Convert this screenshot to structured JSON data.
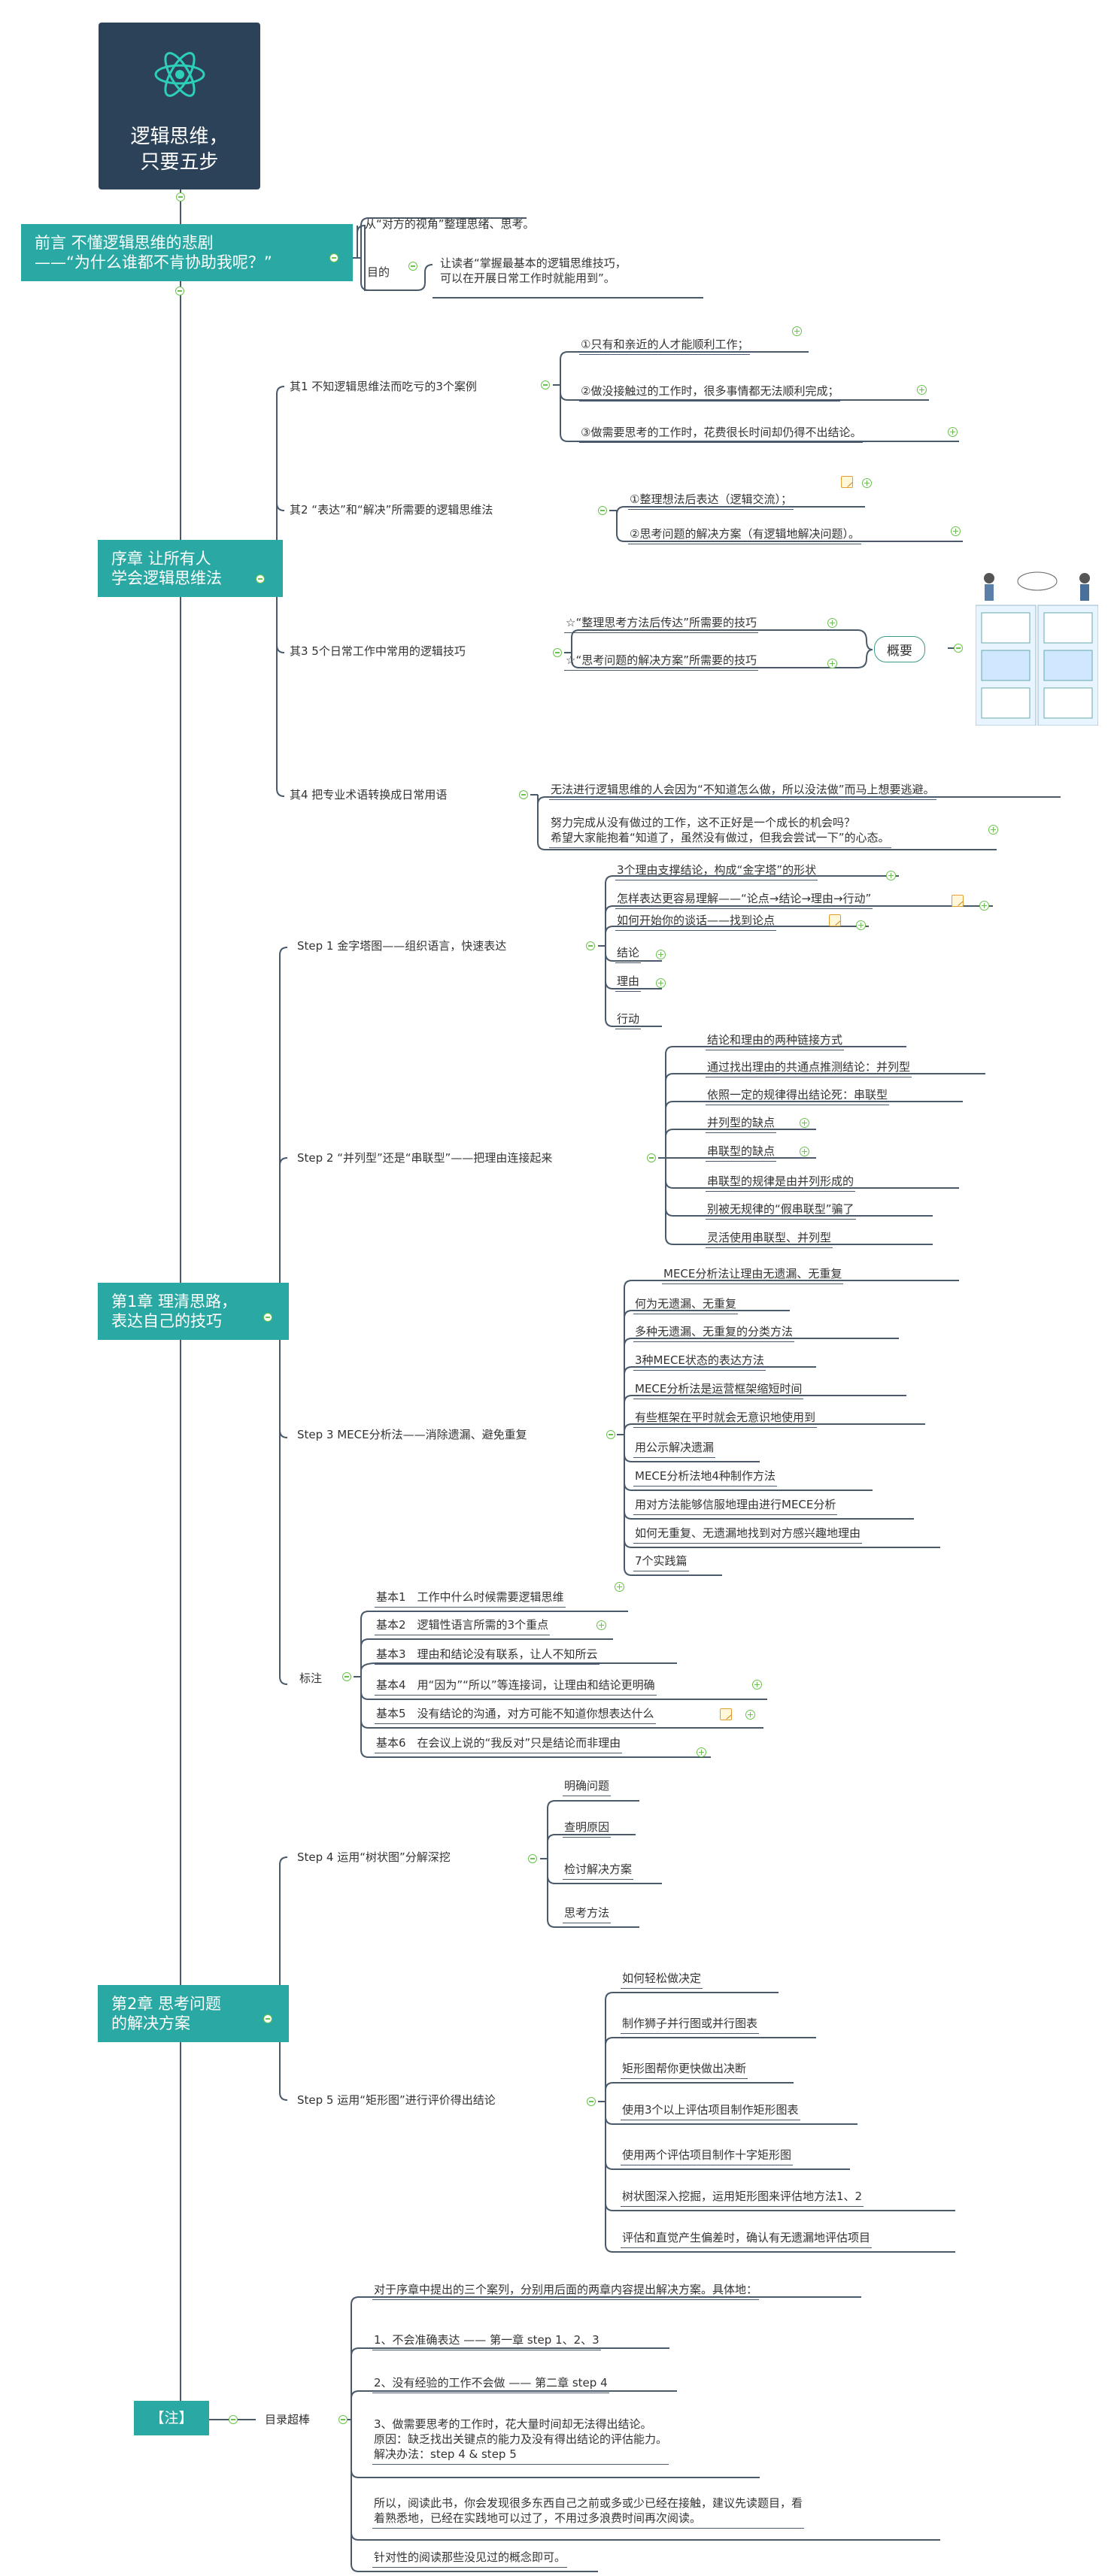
{
  "root": {
    "title": "逻辑思维，\n只要五步",
    "icon": "atom-icon"
  },
  "preface": {
    "label": "前言 不懂逻辑思维的悲剧\n——“为什么谁都不肯协助我呢？”",
    "items": [
      "从“对方的视角”整理思绪、思考。",
      "目的"
    ],
    "goal": "让读者“掌握最基本的逻辑思维技巧，\n可以在开展日常工作时就能用到”。"
  },
  "intro": {
    "label": "序章 让所有人\n学会逻辑思维法",
    "q1": {
      "label": "其1 不知逻辑思维法而吃亏的3个案例",
      "items": [
        "①只有和亲近的人才能顺利工作；",
        "②做没接触过的工作时，很多事情都无法顺利完成；",
        "③做需要思考的工作时，花费很长时间却仍得不出结论。"
      ]
    },
    "q2": {
      "label": "其2 “表达”和“解决”所需要的逻辑思维法",
      "items": [
        "①整理想法后表达（逻辑交流）；",
        "②思考问题的解决方案（有逻辑地解决问题）。"
      ]
    },
    "q3": {
      "label": "其3 5个日常工作中常用的逻辑技巧",
      "items": [
        "☆“整理思考方法后传达”所需要的技巧",
        "☆“思考问题的解决方案”所需要的技巧"
      ],
      "summary": "概要"
    },
    "q4": {
      "label": "其4 把专业术语转换成日常用语",
      "items": [
        "无法进行逻辑思维的人会因为“不知道怎么做，所以没法做”而马上想要逃避。",
        "努力完成从没有做过的工作，这不正好是一个成长的机会吗？\n希望大家能抱着“知道了，虽然没有做过，但我会尝试一下”的心态。"
      ]
    }
  },
  "ch1": {
    "label": "第1章 理清思路，\n表达自己的技巧",
    "s1": {
      "label": "Step 1 金字塔图——组织语言，快速表达",
      "items": [
        "3个理由支撑结论，构成“金字塔”的形状",
        "怎样表达更容易理解——“论点→结论→理由→行动”",
        "如何开始你的谈话——找到论点",
        "结论",
        "理由",
        "行动"
      ]
    },
    "s2": {
      "label": "Step 2 “并列型”还是“串联型”——把理由连接起来",
      "items": [
        "结论和理由的两种链接方式",
        "通过找出理由的共通点推测结论：并列型",
        "依照一定的规律得出结论死：串联型",
        "并列型的缺点",
        "串联型的缺点",
        "串联型的规律是由并列形成的",
        "别被无规律的“假串联型”骗了",
        "灵活使用串联型、并列型"
      ]
    },
    "s3": {
      "label": "Step 3 MECE分析法——消除遗漏、避免重复",
      "items": [
        "MECE分析法让理由无遗漏、无重复",
        "何为无遗漏、无重复",
        "多种无遗漏、无重复的分类方法",
        "3种MECE状态的表达方法",
        "MECE分析法是运营框架缩短时间",
        "有些框架在平时就会无意识地使用到",
        "用公示解决遗漏",
        "MECE分析法地4种制作方法",
        "用对方法能够信服地理由进行MECE分析",
        "如何无重复、无遗漏地找到对方感兴趣地理由",
        "7个实践篇"
      ]
    },
    "notes": {
      "label": "标注",
      "items": [
        "基本1　工作中什么时候需要逻辑思维",
        "基本2　逻辑性语言所需的3个重点",
        "基本3　理由和结论没有联系，让人不知所云",
        "基本4　用“因为”“所以”等连接词，让理由和结论更明确",
        "基本5　没有结论的沟通，对方可能不知道你想表达什么",
        "基本6　在会议上说的“我反对”只是结论而非理由"
      ]
    }
  },
  "ch2": {
    "label": "第2章 思考问题\n的解决方案",
    "s4": {
      "label": "Step 4 运用“树状图”分解深挖",
      "items": [
        "明确问题",
        "查明原因",
        "检讨解决方案",
        "思考方法"
      ]
    },
    "s5": {
      "label": "Step 5 运用“矩形图”进行评价得出结论",
      "items": [
        "如何轻松做决定",
        "制作狮子并行图或并行图表",
        "矩形图帮你更快做出决断",
        "使用3个以上评估项目制作矩形图表",
        "使用两个评估项目制作十字矩形图",
        "树状图深入挖掘，运用矩形图来评估地方法1、2",
        "评估和直觉产生偏差时，确认有无遗漏地评估项目"
      ]
    }
  },
  "note": {
    "label": "【注】",
    "toc": "目录超棒",
    "items": [
      "对于序章中提出的三个案列，分别用后面的两章内容提出解决方案。具体地：",
      "1、不会准确表达 —— 第一章 step 1、2、3",
      "2、没有经验的工作不会做 —— 第二章 step 4",
      "3、做需要思考的工作时，花大量时间却无法得出结论。\n原因：缺乏找出关键点的能力及没有得出结论的评估能力。\n解决办法：step 4 & step 5",
      "所以，阅读此书，你会发现很多东西自己之前或多或少已经在接触，建议先读题目，看\n着熟悉地，已经在实践地可以过了，不用过多浪费时间再次阅读。",
      "针对性的阅读那些没见过的概念即可。"
    ]
  },
  "colors": {
    "root": "#2c4258",
    "section": "#2aa8a3",
    "line": "#4a5a6a",
    "toggle": "#69c34c"
  }
}
